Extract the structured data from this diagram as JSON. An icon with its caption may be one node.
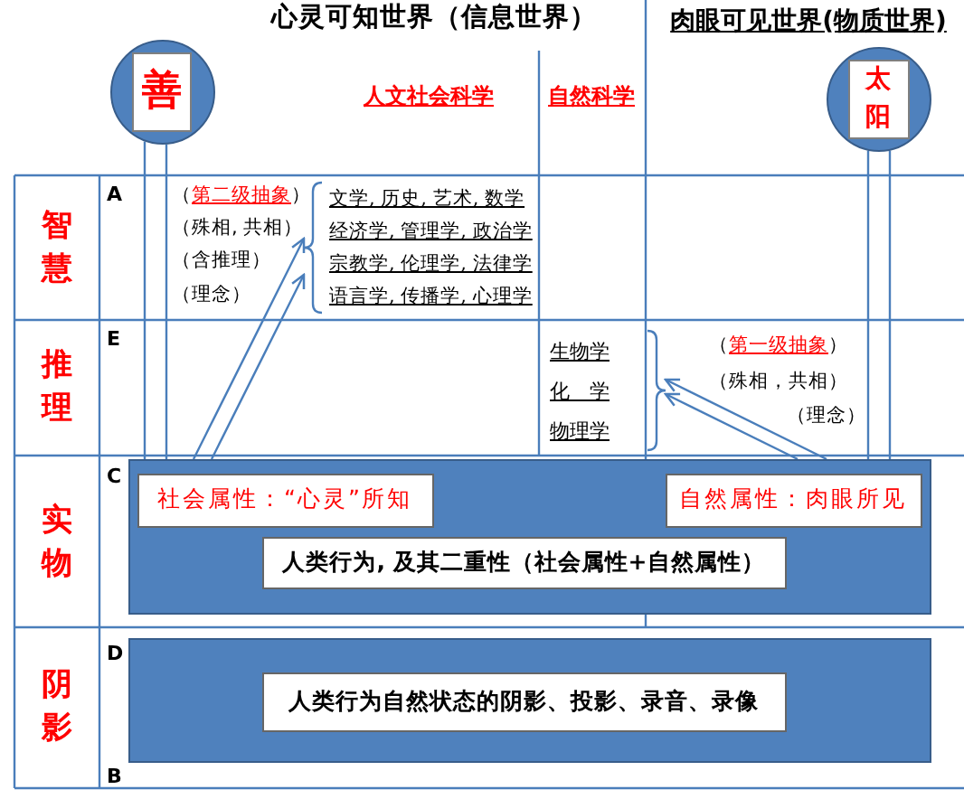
{
  "diagram": {
    "nodes": [
      {
        "text": [
          "善"
        ]
      },
      {
        "text": [
          "太阳"
        ]
      },
      {
        "text": [
          "文学, 历史, 艺术, 数学",
          "经济学, 管理学, 政治学",
          "宗教学, 伦理学, 法律学",
          "语言学, 传播学, 心理学"
        ]
      },
      {
        "text": [
          "生物学",
          "化　学",
          "物理学"
        ]
      },
      {
        "text": [],
        "shape": "box"
      },
      {
        "text": [
          "社会属性：“心灵”所知"
        ],
        "in": 4
      },
      {
        "text": [
          "自然属性：肉眼所见"
        ],
        "in": 4
      },
      {
        "text": [
          "人类行为, 及其二重性（社会属性+自然属性）"
        ],
        "in": 4
      },
      {
        "text": [],
        "shape": "box"
      },
      {
        "text": [
          "人类行为自然状态的阴影、投影、录音、录像"
        ],
        "in": 8
      }
    ],
    "edges": [
      {
        "from": 0,
        "to": 4,
        "arrow": "none"
      },
      {
        "from": 0,
        "to": 4,
        "arrow": "none"
      },
      {
        "from": 1,
        "to": 4,
        "arrow": "none"
      },
      {
        "from": 1,
        "to": 4,
        "arrow": "none"
      },
      {
        "from": 4,
        "to": 2,
        "arrow": "to"
      },
      {
        "from": 4,
        "to": 2,
        "arrow": "to"
      },
      {
        "from": 4,
        "to": 3,
        "arrow": "to"
      },
      {
        "from": 4,
        "to": 3,
        "arrow": "to"
      }
    ],
    "labels": [
      "心灵可知世界（信息世界）",
      "肉眼可见世界(物质世界)",
      "人文社会科学",
      "自然科学",
      "智慧",
      "A",
      "（第二级抽象）",
      "（殊相, 共相）",
      "（含推理）",
      "（理念）",
      "推理",
      "E",
      "（第一级抽象）",
      "（殊相，共相）",
      "（理念）",
      "实物",
      "C",
      "阴影",
      "D",
      "B"
    ]
  }
}
